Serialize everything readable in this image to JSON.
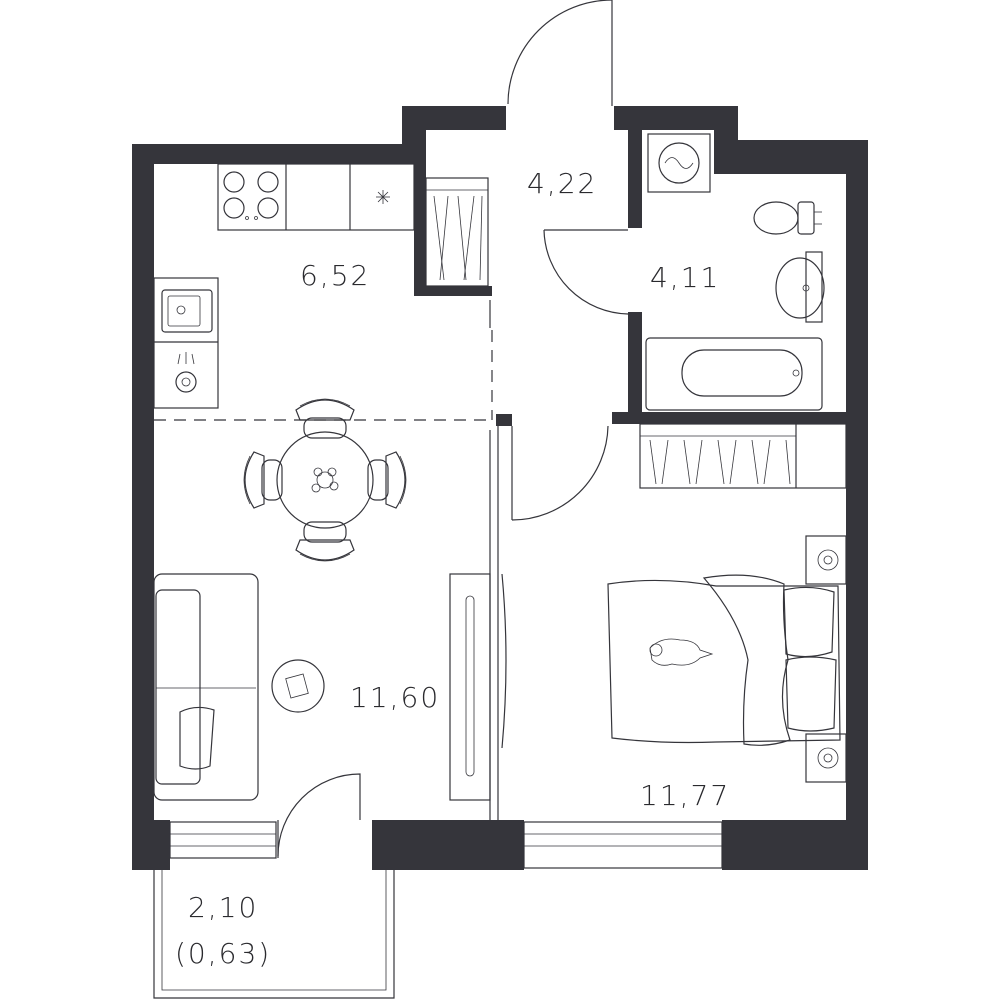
{
  "plan": {
    "rooms": [
      {
        "id": "kitchen",
        "area": "6,52"
      },
      {
        "id": "hall",
        "area": "4,22"
      },
      {
        "id": "bathroom",
        "area": "4,11"
      },
      {
        "id": "living",
        "area": "11,60"
      },
      {
        "id": "bedroom",
        "area": "11,77"
      },
      {
        "id": "balcony",
        "area": "2,10",
        "reduced_area": "(0,63)"
      }
    ],
    "colors": {
      "wall": "#35353b",
      "line": "#35353b",
      "background": "#ffffff"
    }
  }
}
